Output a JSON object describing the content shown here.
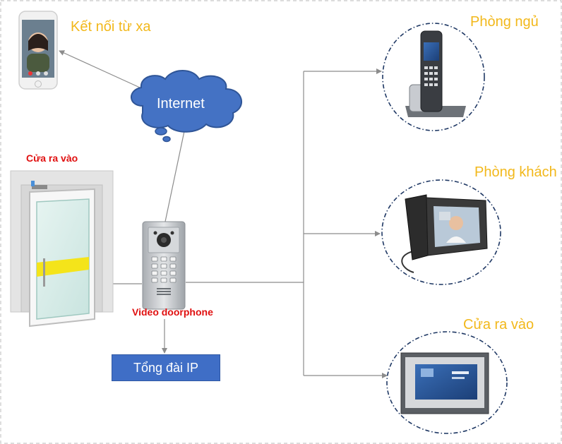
{
  "labels": {
    "remote": "Kết nối từ xa",
    "internet": "Internet",
    "door_left": "Cửa ra vào",
    "doorphone": "Video doorphone",
    "pbx": "Tổng đài IP",
    "bedroom": "Phòng ngủ",
    "living_room": "Phòng khách",
    "door_right": "Cửa ra vào"
  },
  "icons": {
    "smartphone": "smartphone-icon",
    "cloud": "cloud-icon",
    "door": "door-icon",
    "doorphone": "video-doorphone-icon",
    "cordless_phone": "cordless-phone-icon",
    "video_phone": "desk-video-phone-icon",
    "indoor_monitor": "indoor-monitor-icon"
  },
  "colors": {
    "gold_label": "#f2b81b",
    "red_label": "#e01010",
    "cloud": "#4472c4",
    "pbx_box": "#3f6ec6",
    "dotted_circle": "#1f3864",
    "connector": "#8c8c8c",
    "door_stripe": "#f4e41a"
  }
}
